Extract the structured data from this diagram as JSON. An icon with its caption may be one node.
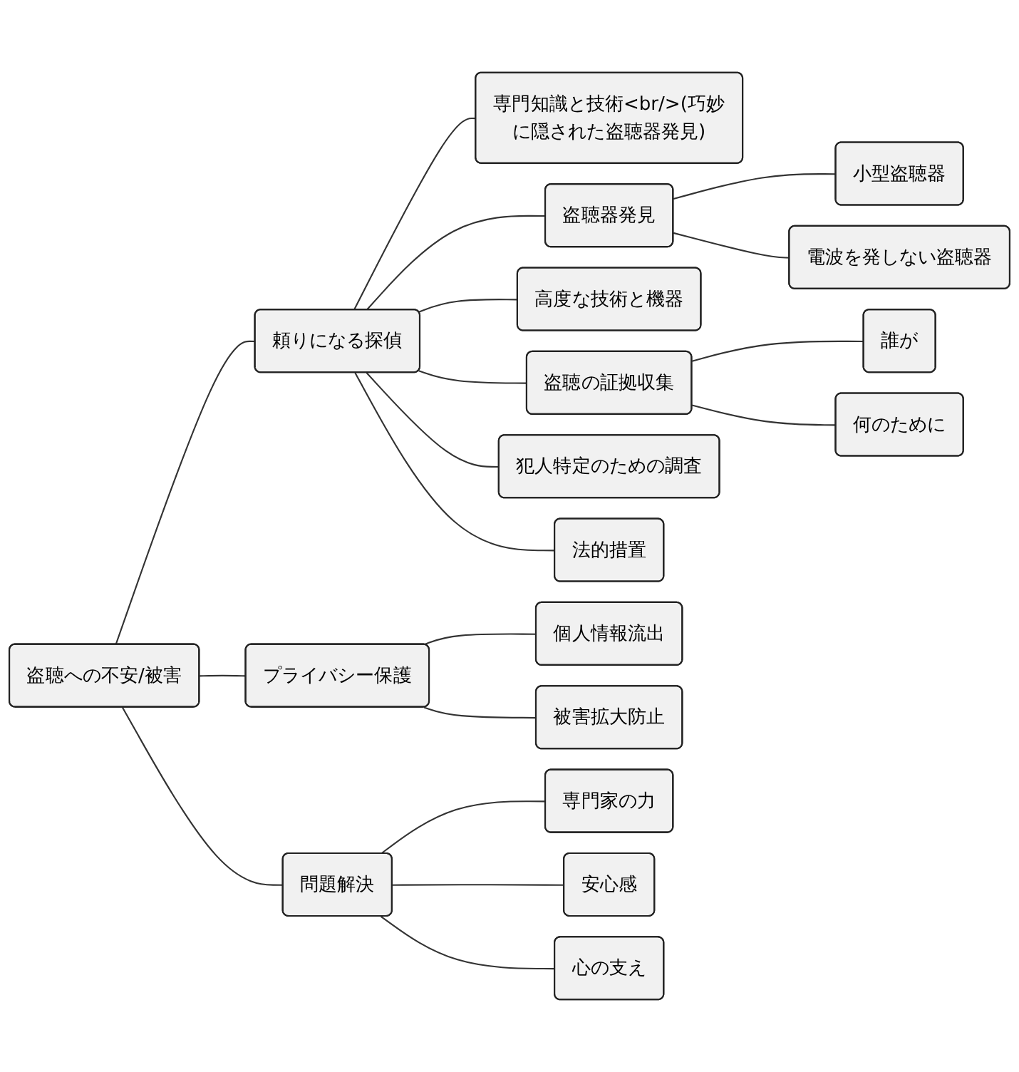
{
  "diagram": {
    "nodes": [
      {
        "text": [
          "盗聴への不安/被害"
        ]
      },
      {
        "text": [
          "頼りになる探偵"
        ]
      },
      {
        "text": [
          "専門知識と技術<br/>(巧妙に隠された盗聴器発見)"
        ]
      },
      {
        "text": [
          "盗聴器発見"
        ]
      },
      {
        "text": [
          "小型盗聴器"
        ]
      },
      {
        "text": [
          "電波を発しない盗聴器"
        ]
      },
      {
        "text": [
          "高度な技術と機器"
        ]
      },
      {
        "text": [
          "盗聴の証拠収集"
        ]
      },
      {
        "text": [
          "誰が"
        ]
      },
      {
        "text": [
          "何のために"
        ]
      },
      {
        "text": [
          "犯人特定のための調査"
        ]
      },
      {
        "text": [
          "法的措置"
        ]
      },
      {
        "text": [
          "プライバシー保護"
        ]
      },
      {
        "text": [
          "個人情報流出"
        ]
      },
      {
        "text": [
          "被害拡大防止"
        ]
      },
      {
        "text": [
          "問題解決"
        ]
      },
      {
        "text": [
          "専門家の力"
        ]
      },
      {
        "text": [
          "安心感"
        ]
      },
      {
        "text": [
          "心の支え"
        ]
      }
    ],
    "edges": [
      {
        "from": 0,
        "to": 1,
        "arrow": "none"
      },
      {
        "from": 1,
        "to": 2,
        "arrow": "none"
      },
      {
        "from": 1,
        "to": 3,
        "arrow": "none"
      },
      {
        "from": 3,
        "to": 4,
        "arrow": "none"
      },
      {
        "from": 3,
        "to": 5,
        "arrow": "none"
      },
      {
        "from": 1,
        "to": 6,
        "arrow": "none"
      },
      {
        "from": 1,
        "to": 7,
        "arrow": "none"
      },
      {
        "from": 7,
        "to": 8,
        "arrow": "none"
      },
      {
        "from": 7,
        "to": 9,
        "arrow": "none"
      },
      {
        "from": 1,
        "to": 10,
        "arrow": "none"
      },
      {
        "from": 1,
        "to": 11,
        "arrow": "none"
      },
      {
        "from": 0,
        "to": 12,
        "arrow": "none"
      },
      {
        "from": 12,
        "to": 13,
        "arrow": "none"
      },
      {
        "from": 12,
        "to": 14,
        "arrow": "none"
      },
      {
        "from": 0,
        "to": 15,
        "arrow": "none"
      },
      {
        "from": 15,
        "to": 16,
        "arrow": "none"
      },
      {
        "from": 15,
        "to": 17,
        "arrow": "none"
      },
      {
        "from": 15,
        "to": 18,
        "arrow": "none"
      }
    ]
  }
}
